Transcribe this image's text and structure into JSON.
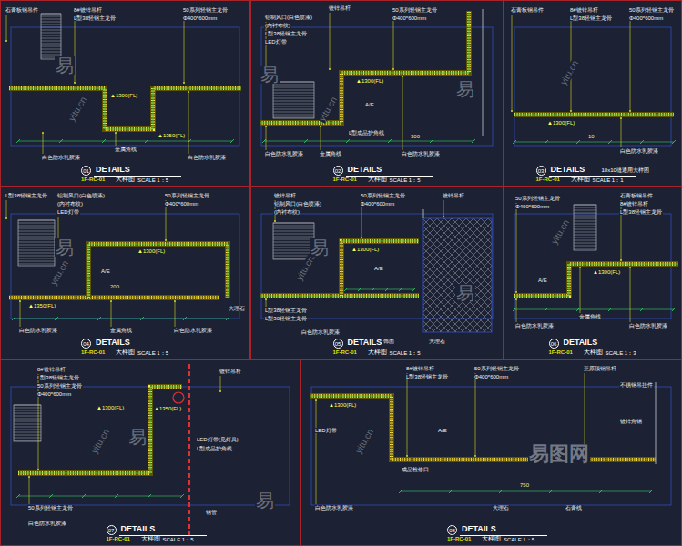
{
  "diagram": {
    "nodes": [
      {
        "text": [
          "01",
          "DETAILS",
          "1F-RC-01",
          "大样图",
          "SCALE 1：5"
        ]
      },
      {
        "text": [
          "02",
          "DETAILS",
          "1F-RC-01",
          "大样图",
          "SCALE 1：5"
        ]
      },
      {
        "text": [
          "03",
          "DETAILS",
          "1F-RC-01",
          "大样图",
          "SCALE 1：1",
          "10x10缝通用大样图"
        ]
      },
      {
        "text": [
          "04",
          "DETAILS",
          "1F-RC-01",
          "大样图",
          "SCALE 1：5"
        ]
      },
      {
        "text": [
          "05",
          "DETAILS",
          "1F-RC-01",
          "大样图",
          "SCALE 1：5"
        ]
      },
      {
        "text": [
          "06",
          "DETAILS",
          "1F-RC-01",
          "大样图",
          "SCALE 1：3"
        ]
      },
      {
        "text": [
          "07",
          "DETAILS",
          "1F-RC-01",
          "大样图",
          "SCALE 1：5"
        ]
      },
      {
        "text": [
          "08",
          "DETAILS",
          "1F-RC-01",
          "大样图",
          "SCALE 1：5"
        ]
      }
    ],
    "labels": [
      "石膏板钢吊件",
      "8#镀锌吊杆",
      "L型38轻钢主龙骨",
      "50系列轻钢主龙骨",
      "Φ400*600mm",
      "▲1300(FL)",
      "▲1350(FL)",
      "白色防水乳胶漆",
      "金属角线",
      "白色防水乳胶漆",
      "镀锌吊杆",
      "铝制风口(白色喷漆)",
      "(内衬布纹)",
      "L型38轻钢主龙骨",
      "LED灯带",
      "50系列轻钢主龙骨",
      "Φ400*600mm",
      "▲1300(FL)",
      "A/E",
      "白色防水乳胶漆",
      "金属角线",
      "L型成品护角线",
      "白色防水乳胶漆",
      "300",
      "石膏板钢吊件",
      "8#镀锌吊杆",
      "L型38轻钢主龙骨",
      "50系列轻钢主龙骨",
      "Φ400*600mm",
      "▲1300(FL)",
      "白色防水乳胶漆",
      "10",
      "L型38轻钢主龙骨",
      "铝制风口(白色喷漆)",
      "(内衬布纹)",
      "LED灯带",
      "50系列轻钢主龙骨",
      "Φ400*600mm",
      "▲1300(FL)",
      "A/E",
      "▲1350(FL)",
      "白色防水乳胶漆",
      "金属角线",
      "白色防水乳胶漆",
      "大理石",
      "200",
      "镀锌吊杆",
      "铝制风口(白色喷漆)",
      "(内衬布纹)",
      "50系列轻钢主龙骨",
      "Φ400*600mm",
      "镀锌吊杆",
      "▲1300(FL)",
      "A/E",
      "L型38轻钢主龙骨",
      "L型30轻钢主龙骨",
      "白色防水乳胶漆",
      "大理石",
      "饰面",
      "石膏板钢吊件",
      "8#镀锌吊杆",
      "L型38轻钢主龙骨",
      "50系列轻钢主龙骨",
      "Φ400*600mm",
      "▲1300(FL)",
      "A/E",
      "白色防水乳胶漆",
      "金属角线",
      "白色防水乳胶漆",
      "8#镀锌吊杆",
      "L型38轻钢主龙骨",
      "50系列轻钢主龙骨",
      "Φ400*600mm",
      "镀锌吊杆",
      "▲1300(FL)",
      "▲1350(FL)",
      "LED灯带(见灯具)",
      "L型成品护角线",
      "50系列轻钢主龙骨",
      "白色防水乳胶漆",
      "钢管",
      "8#镀锌吊杆",
      "L型38轻钢主龙骨",
      "50系列轻钢主龙骨",
      "Φ400*600mm",
      "至原顶钢吊杆",
      "不锈钢吊挂件",
      "镀锌角钢",
      "▲1300(FL)",
      "LED灯带",
      "A/E",
      "成品检修口",
      "白色防水乳胶漆",
      "大理石",
      "750",
      "石膏线",
      "易",
      "易",
      "易",
      "易",
      "易",
      "易",
      "易",
      "易",
      "yitu.cn",
      "yitu.cn",
      "yitu.cn",
      "yitu.cn",
      "yitu.cn",
      "yitu.cn",
      "yitu.cn",
      "yitu.cn",
      "易图网"
    ]
  }
}
